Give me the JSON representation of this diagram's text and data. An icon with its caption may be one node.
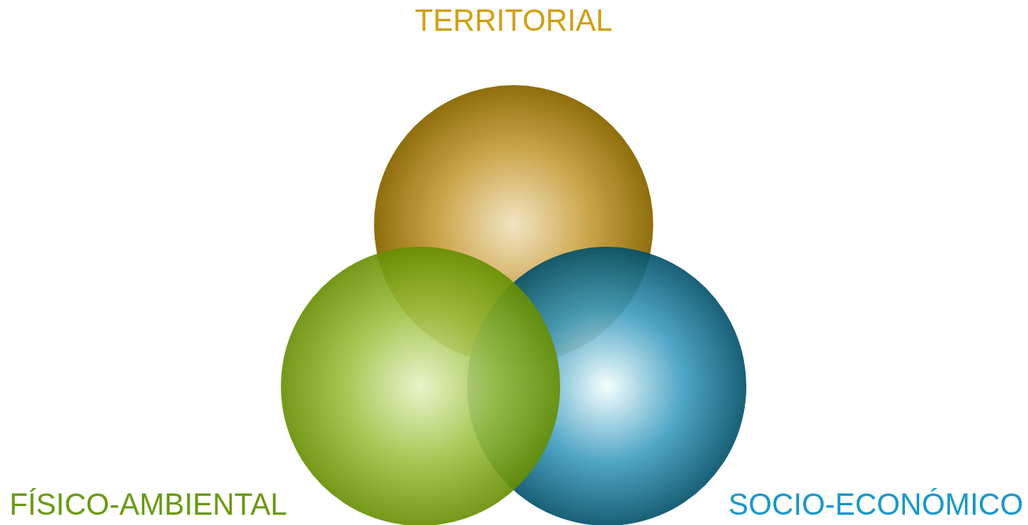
{
  "diagram": {
    "nodes": [
      {
        "text": [
          "TERRITORIAL"
        ]
      },
      {
        "text": [
          "FÍSICO-AMBIENTAL"
        ]
      },
      {
        "text": [
          "SOCIO-ECONÓMICO"
        ]
      }
    ],
    "edges": []
  }
}
